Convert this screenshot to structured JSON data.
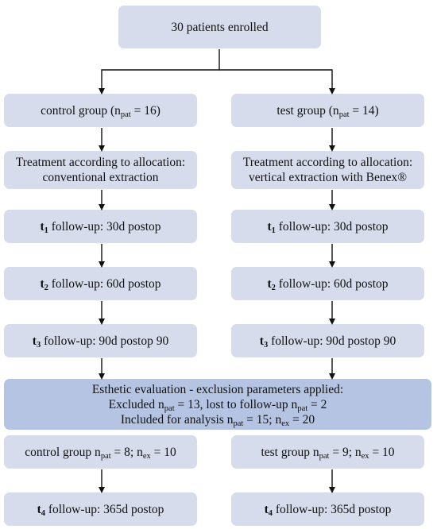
{
  "top": {
    "text": "30 patients enrolled"
  },
  "left": {
    "group": {
      "a": "control group (n",
      "sub": "pat",
      "b": " = 16)"
    },
    "treatment": {
      "line1": "Treatment according to allocation:",
      "line2": "conventional extraction"
    },
    "t1": {
      "lbl": "t",
      "sub": "1",
      "rest": " follow-up: 30d postop"
    },
    "t2": {
      "lbl": "t",
      "sub": "2",
      "rest": " follow-up: 60d postop"
    },
    "t3": {
      "lbl": "t",
      "sub": "3",
      "rest": " follow-up: 90d postop 90"
    },
    "final_group": {
      "a": "control group n",
      "sub1": "pat",
      "b": " = 8; n",
      "sub2": "ex",
      "c": " = 10"
    },
    "t4": {
      "lbl": "t",
      "sub": "4",
      "rest": " follow-up: 365d postop"
    }
  },
  "right": {
    "group": {
      "a": "test group (n",
      "sub": "pat",
      "b": " = 14)"
    },
    "treatment": {
      "line1": "Treatment according to allocation:",
      "line2": "vertical extraction with Benex®"
    },
    "t1": {
      "lbl": "t",
      "sub": "1",
      "rest": " follow-up: 30d postop"
    },
    "t2": {
      "lbl": "t",
      "sub": "2",
      "rest": " follow-up: 60d postop"
    },
    "t3": {
      "lbl": "t",
      "sub": "3",
      "rest": " follow-up: 90d postop 90"
    },
    "final_group": {
      "a": "test group n",
      "sub1": "pat",
      "b": " = 9; n",
      "sub2": "ex",
      "c": " = 10"
    },
    "t4": {
      "lbl": "t",
      "sub": "4",
      "rest": " follow-up: 365d postop"
    }
  },
  "evaluation": {
    "line1": "Esthetic evaluation - exclusion parameters applied:",
    "line2": {
      "a": "Excluded n",
      "sub1": "pat",
      "b": " = 13, lost to follow-up n",
      "sub2": "pat",
      "c": " = 2"
    },
    "line3": {
      "a": "Included for analysis n",
      "sub1": "pat",
      "b": " = 15; n",
      "sub2": "ex",
      "c": " = 20"
    }
  },
  "colors": {
    "box": "#d6dcec",
    "evaluation_box": "#b5c4e3",
    "arrow": "#111111"
  }
}
